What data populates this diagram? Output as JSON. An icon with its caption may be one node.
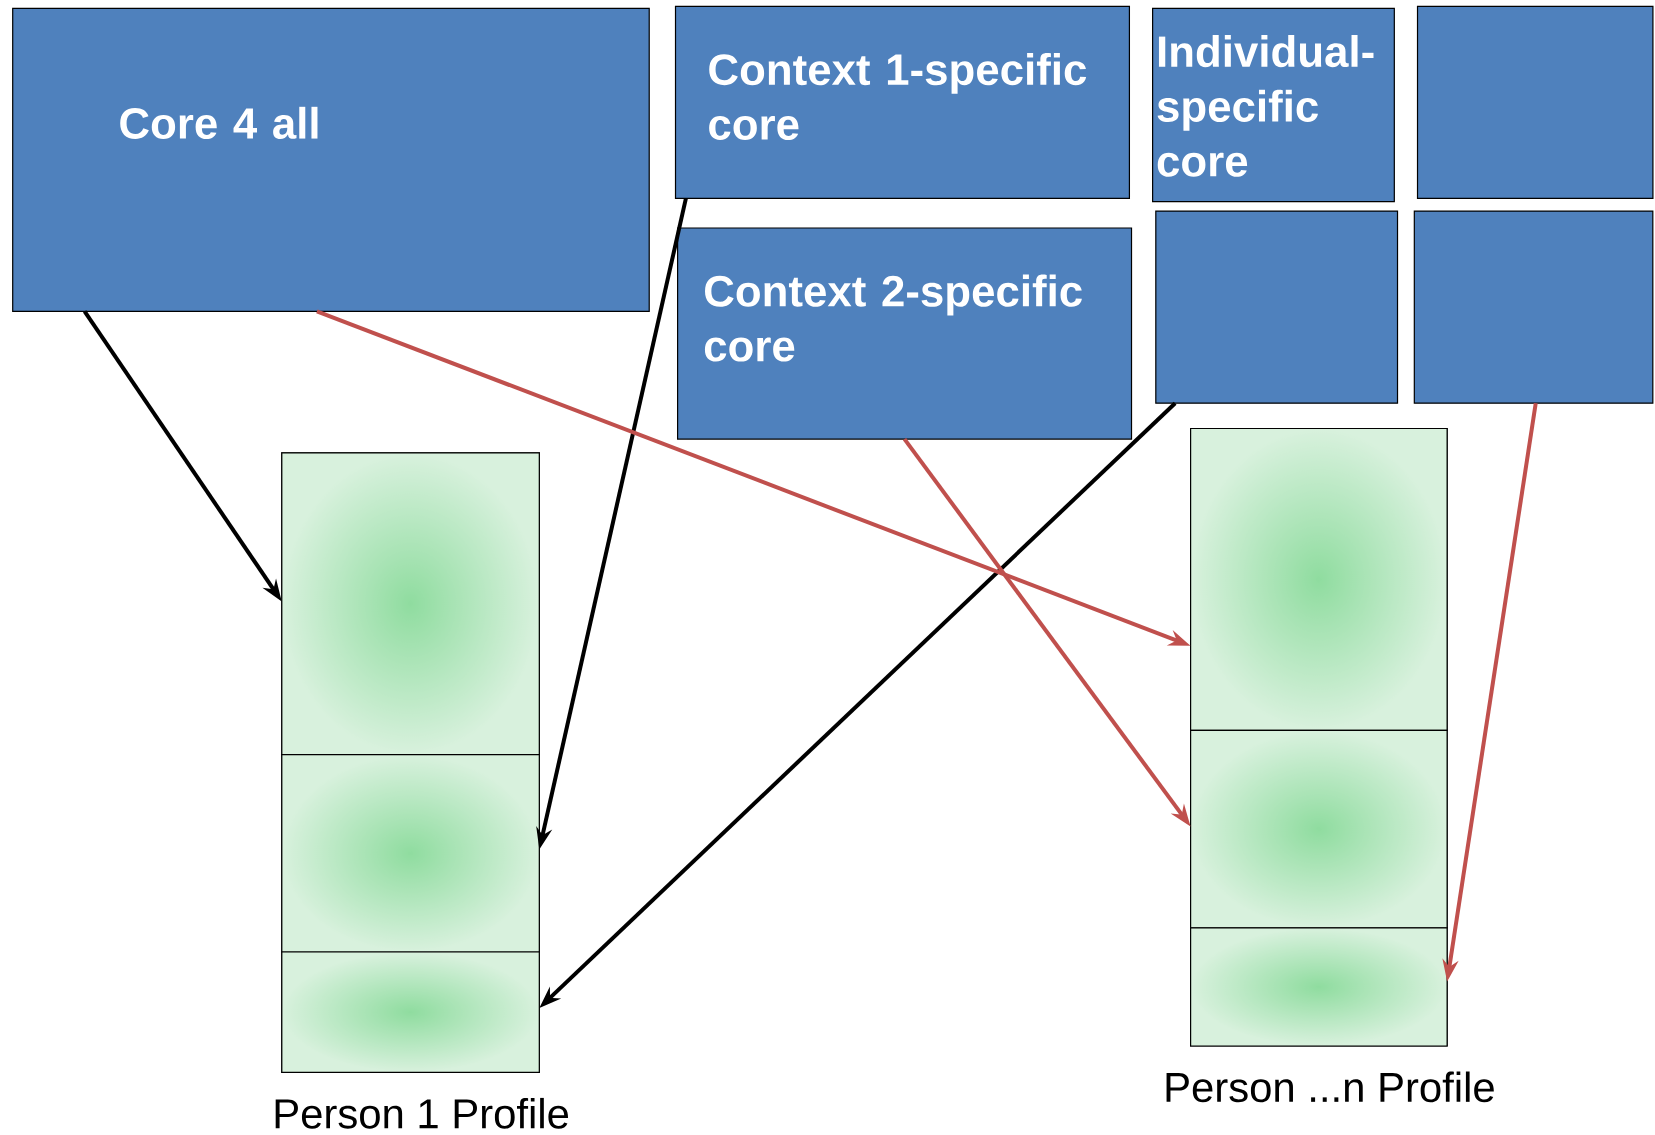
{
  "diagram": {
    "nodes": [
      {
        "text": [
          "Core 4 all"
        ]
      },
      {
        "text": [
          "Context 1-specific core"
        ]
      },
      {
        "text": [
          "Individual-specific core"
        ]
      },
      {
        "text": [],
        "shape": "box"
      },
      {
        "text": [
          "Context 2-specific core"
        ]
      },
      {
        "text": [],
        "shape": "box"
      },
      {
        "text": [],
        "shape": "box"
      },
      {
        "text": [
          "Person 1 Profile"
        ]
      },
      {
        "text": [],
        "shape": "box",
        "in": 7
      },
      {
        "text": [],
        "shape": "box",
        "in": 7
      },
      {
        "text": [],
        "shape": "box",
        "in": 7
      },
      {
        "text": [
          "Person ...n Profile"
        ]
      },
      {
        "text": [],
        "shape": "box",
        "in": 11
      },
      {
        "text": [],
        "shape": "box",
        "in": 11
      },
      {
        "text": [],
        "shape": "box",
        "in": 11
      }
    ],
    "edges": [
      {
        "from": 0,
        "to": 8,
        "arrow": "to"
      },
      {
        "from": 1,
        "to": 9,
        "arrow": "to"
      },
      {
        "from": 5,
        "to": 10,
        "arrow": "to"
      },
      {
        "from": 0,
        "to": 12,
        "arrow": "to",
        "color": "#c0504d"
      },
      {
        "from": 4,
        "to": 13,
        "arrow": "to",
        "color": "#c0504d"
      },
      {
        "from": 6,
        "to": 14,
        "arrow": "to",
        "color": "#c0504d"
      }
    ]
  }
}
